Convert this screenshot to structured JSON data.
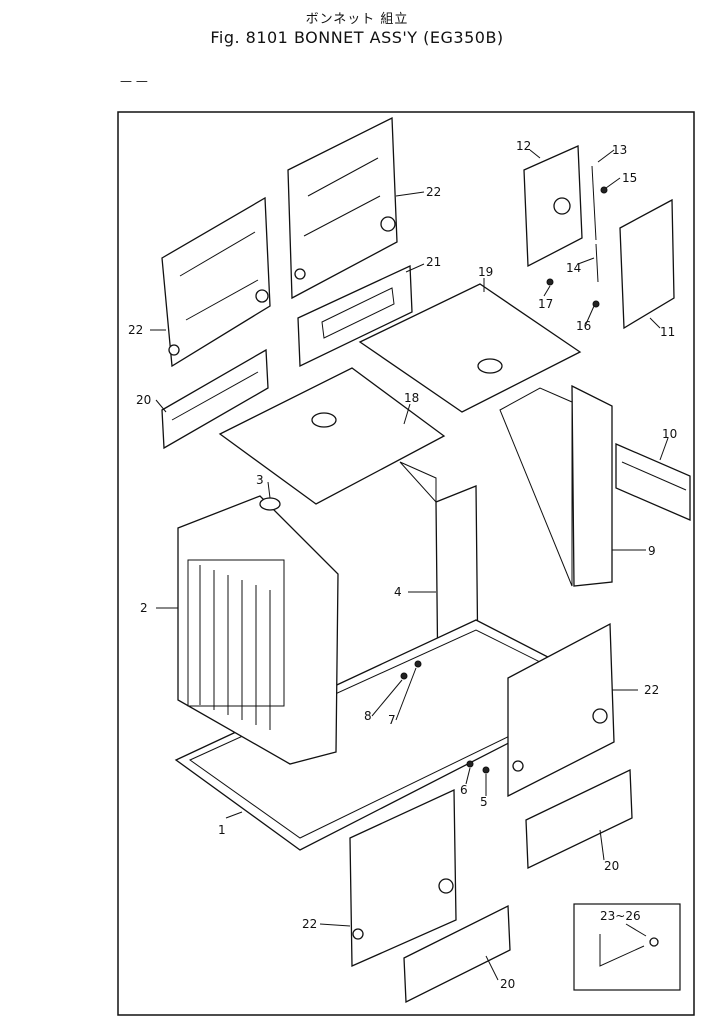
{
  "header": {
    "title_jp": "ボンネット 組立",
    "title_en": "Fig. 8101  BONNET ASS'Y (EG350B)",
    "stray_mark": "— —"
  },
  "callouts": {
    "c1": "1",
    "c2": "2",
    "c3": "3",
    "c4": "4",
    "c5": "5",
    "c6": "6",
    "c7": "7",
    "c8": "8",
    "c9": "9",
    "c10": "10",
    "c11": "11",
    "c12": "12",
    "c13": "13",
    "c14": "14",
    "c15": "15",
    "c16": "16",
    "c17": "17",
    "c18": "18",
    "c19": "19",
    "c20a": "20",
    "c20b": "20",
    "c20c": "20",
    "c21": "21",
    "c22a": "22",
    "c22b": "22",
    "c22c": "22",
    "c22d": "22",
    "c23": "23~26"
  }
}
